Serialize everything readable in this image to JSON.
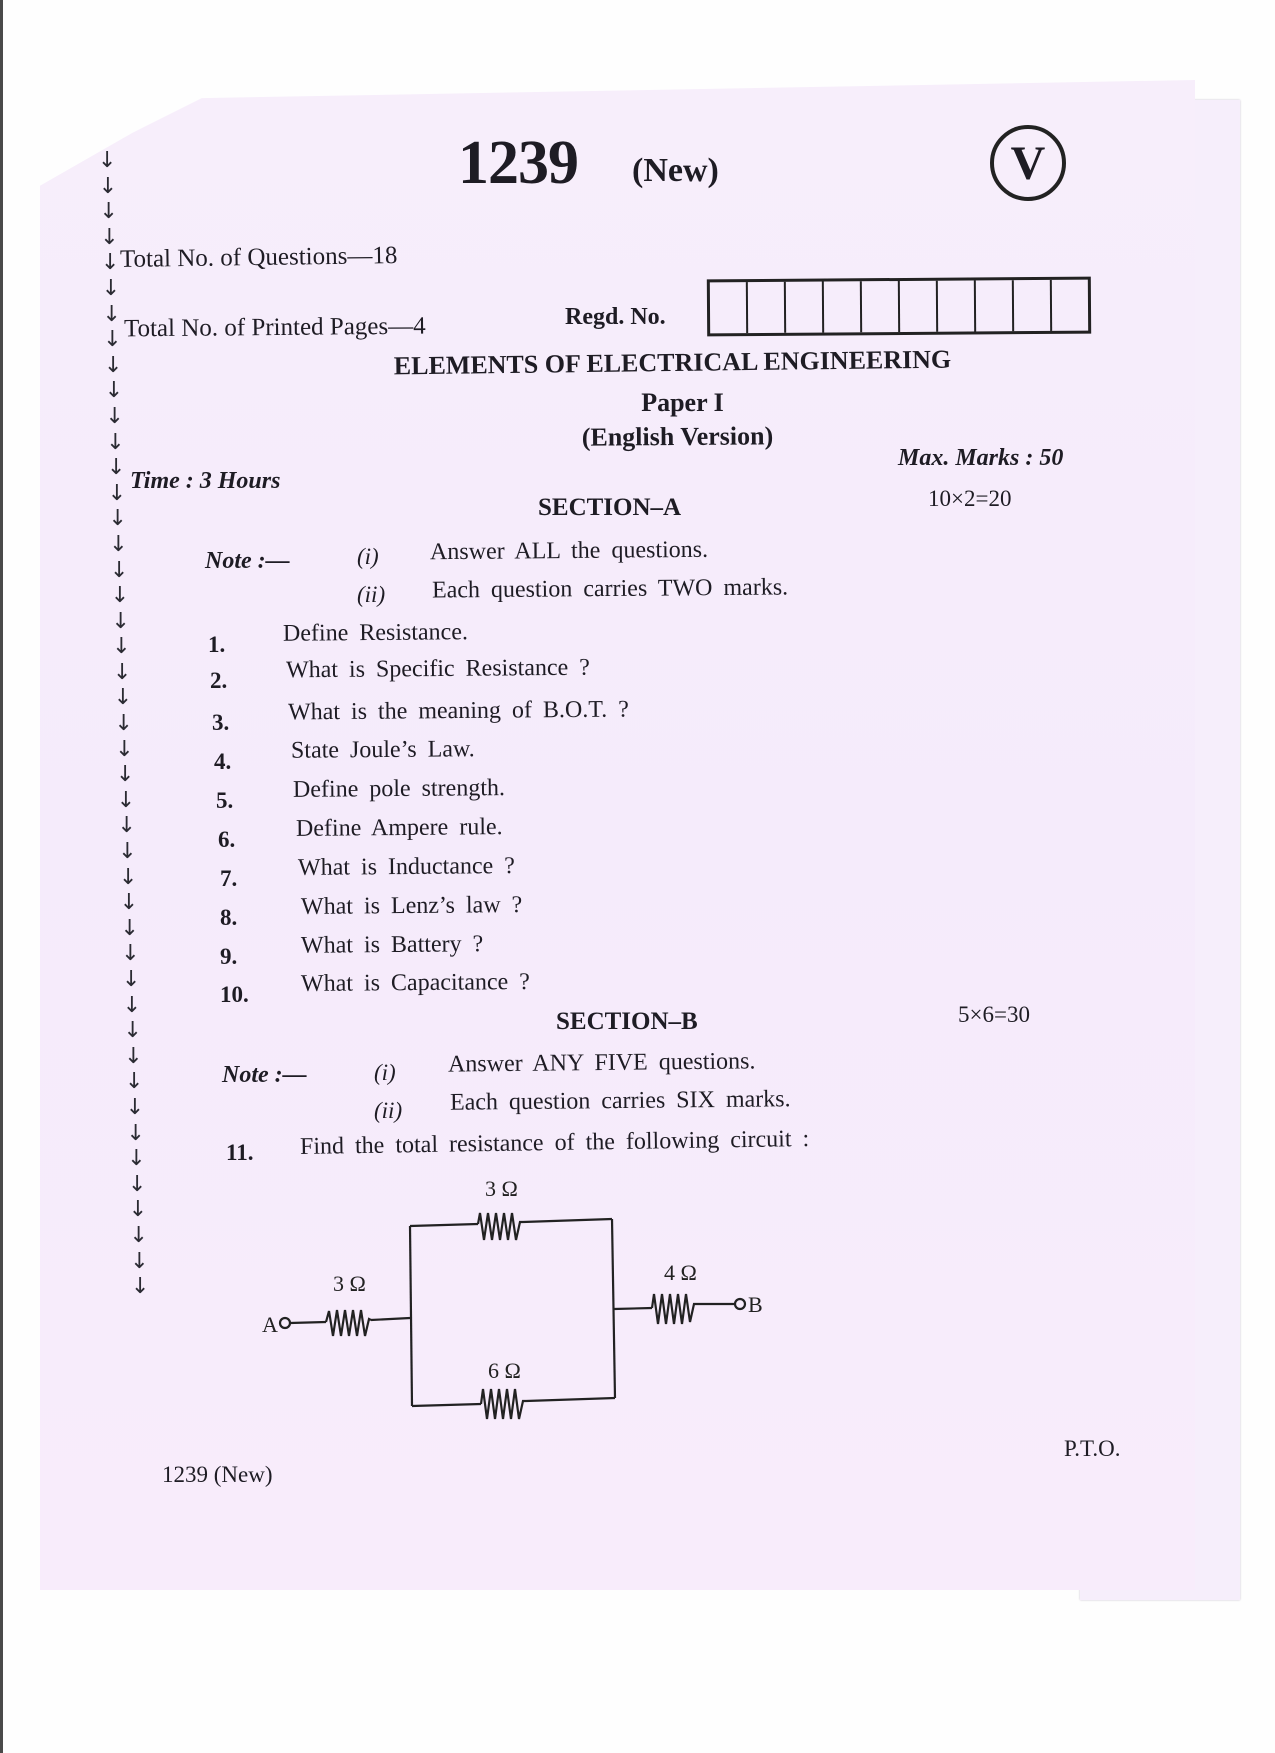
{
  "header": {
    "paper_code": "1239",
    "paper_code_suffix": "(New)",
    "version_badge": "V",
    "total_questions_label": "Total No. of Questions—18",
    "total_pages_label": "Total No. of Printed Pages—4",
    "regd_no_label": "Regd. No.",
    "regd_no_cells": 10,
    "subject": "ELEMENTS OF ELECTRICAL ENGINEERING",
    "paper": "Paper I",
    "language": "(English Version)",
    "time": "Time : 3 Hours",
    "max_marks": "Max. Marks : 50"
  },
  "section_a": {
    "title": "SECTION–A",
    "marks": "10×2=20",
    "note_label": "Note :—",
    "notes": [
      {
        "num": "(i)",
        "text": "Answer ALL the questions."
      },
      {
        "num": "(ii)",
        "text": "Each question carries TWO marks."
      }
    ],
    "questions": [
      {
        "num": "1.",
        "text": "Define Resistance."
      },
      {
        "num": "2.",
        "text": "What is Specific Resistance ?"
      },
      {
        "num": "3.",
        "text": "What is the meaning of B.O.T. ?"
      },
      {
        "num": "4.",
        "text": "State Joule’s Law."
      },
      {
        "num": "5.",
        "text": "Define pole strength."
      },
      {
        "num": "6.",
        "text": "Define Ampere rule."
      },
      {
        "num": "7.",
        "text": "What is Inductance ?"
      },
      {
        "num": "8.",
        "text": "What is Lenz’s law ?"
      },
      {
        "num": "9.",
        "text": "What is Battery ?"
      },
      {
        "num": "10.",
        "text": "What is Capacitance ?"
      }
    ]
  },
  "section_b": {
    "title": "SECTION–B",
    "marks": "5×6=30",
    "note_label": "Note :—",
    "notes": [
      {
        "num": "(i)",
        "text": "Answer ANY FIVE questions."
      },
      {
        "num": "(ii)",
        "text": "Each question carries SIX marks."
      }
    ],
    "questions": [
      {
        "num": "11.",
        "text": "Find the total resistance of the following circuit :"
      }
    ]
  },
  "circuit": {
    "terminal_a": "A",
    "terminal_b": "B",
    "series_left": "3 Ω",
    "parallel_top": "3 Ω",
    "parallel_bottom": "6 Ω",
    "series_right": "4 Ω"
  },
  "footer": {
    "code": "1239 (New)",
    "pto": "P.T.O."
  },
  "margin_arrows": {
    "glyph": "↓",
    "count": 45
  }
}
